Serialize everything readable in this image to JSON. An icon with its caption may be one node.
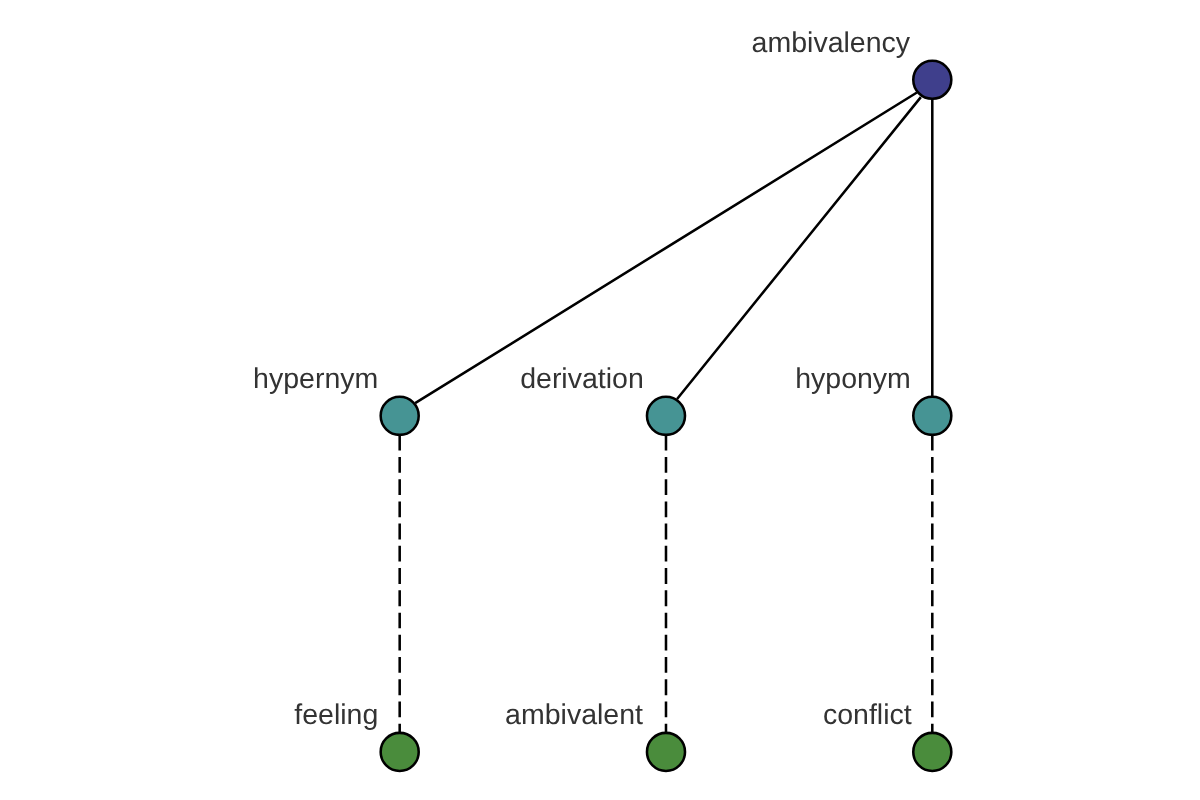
{
  "diagram": {
    "nodes": [
      {
        "text": [],
        "shape": "circle",
        "beside": [
          "feeling"
        ]
      },
      {
        "text": [],
        "shape": "circle",
        "beside": [
          "hypernym"
        ]
      },
      {
        "text": [],
        "shape": "circle",
        "beside": [
          "ambivalent"
        ]
      },
      {
        "text": [],
        "shape": "circle",
        "beside": [
          "derivation"
        ]
      },
      {
        "text": [],
        "shape": "circle",
        "beside": [
          "ambivalency"
        ]
      },
      {
        "text": [],
        "shape": "circle",
        "beside": [
          "hyponym"
        ]
      },
      {
        "text": [],
        "shape": "circle",
        "beside": [
          "conflict"
        ]
      }
    ],
    "edges": [
      {
        "from": 4,
        "to": 1,
        "arrow": "none"
      },
      {
        "from": 4,
        "to": 3,
        "arrow": "none"
      },
      {
        "from": 4,
        "to": 5,
        "arrow": "none"
      },
      {
        "from": 1,
        "to": 0,
        "arrow": "none",
        "style": "dashed"
      },
      {
        "from": 3,
        "to": 2,
        "arrow": "none",
        "style": "dashed"
      },
      {
        "from": 5,
        "to": 6,
        "arrow": "none",
        "style": "dashed"
      }
    ]
  }
}
